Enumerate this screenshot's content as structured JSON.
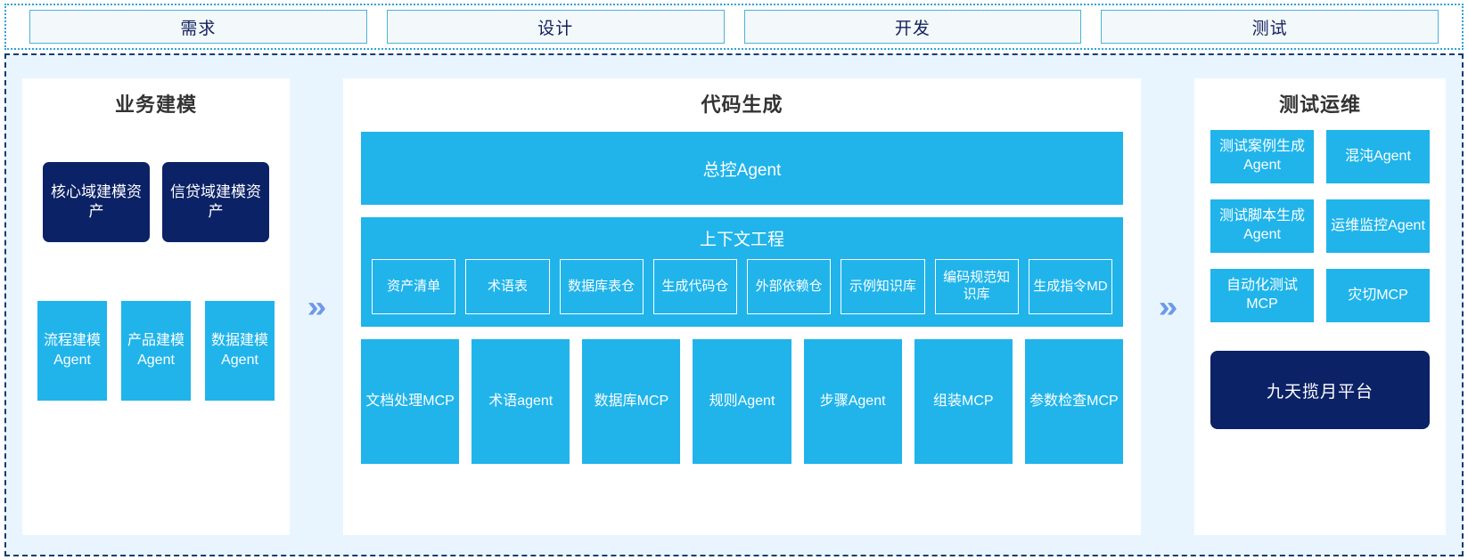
{
  "phases": [
    {
      "label": "需求"
    },
    {
      "label": "设计"
    },
    {
      "label": "开发"
    },
    {
      "label": "测试"
    }
  ],
  "arrows": {
    "glyph": "»",
    "color": "#6d9ae8"
  },
  "colors": {
    "accent_cyan": "#20b4ea",
    "navy": "#0c2266",
    "panel_bg": "#ffffff",
    "stage_bg": "#e9f5fe",
    "phase_border": "#4ab3d6",
    "main_border": "#1b3a74"
  },
  "left_panel": {
    "title": "业务建模",
    "assets": [
      {
        "label": "核心域建模资产"
      },
      {
        "label": "信贷域建模资产"
      }
    ],
    "agents": [
      {
        "label": "流程建模Agent"
      },
      {
        "label": "产品建模Agent"
      },
      {
        "label": "数据建模Agent"
      }
    ]
  },
  "center_panel": {
    "title": "代码生成",
    "controller": {
      "label": "总控Agent"
    },
    "context": {
      "title": "上下文工程",
      "chips": [
        {
          "label": "资产清单"
        },
        {
          "label": "术语表"
        },
        {
          "label": "数据库表仓"
        },
        {
          "label": "生成代码仓"
        },
        {
          "label": "外部依赖仓"
        },
        {
          "label": "示例知识库"
        },
        {
          "label": "编码规范知识库"
        },
        {
          "label": "生成指令MD"
        }
      ]
    },
    "tools": [
      {
        "label": "文档处理MCP"
      },
      {
        "label": "术语agent"
      },
      {
        "label": "数据库MCP"
      },
      {
        "label": "规则Agent"
      },
      {
        "label": "步骤Agent"
      },
      {
        "label": "组装MCP"
      },
      {
        "label": "参数检查MCP"
      }
    ]
  },
  "right_panel": {
    "title": "测试运维",
    "rows": [
      [
        {
          "label": "测试案例生成Agent"
        },
        {
          "label": "混沌Agent"
        }
      ],
      [
        {
          "label": "测试脚本生成Agent"
        },
        {
          "label": "运维监控Agent"
        }
      ],
      [
        {
          "label": "自动化测试MCP"
        },
        {
          "label": "灾切MCP"
        }
      ]
    ],
    "platform": {
      "label": "九天揽月平台"
    }
  }
}
